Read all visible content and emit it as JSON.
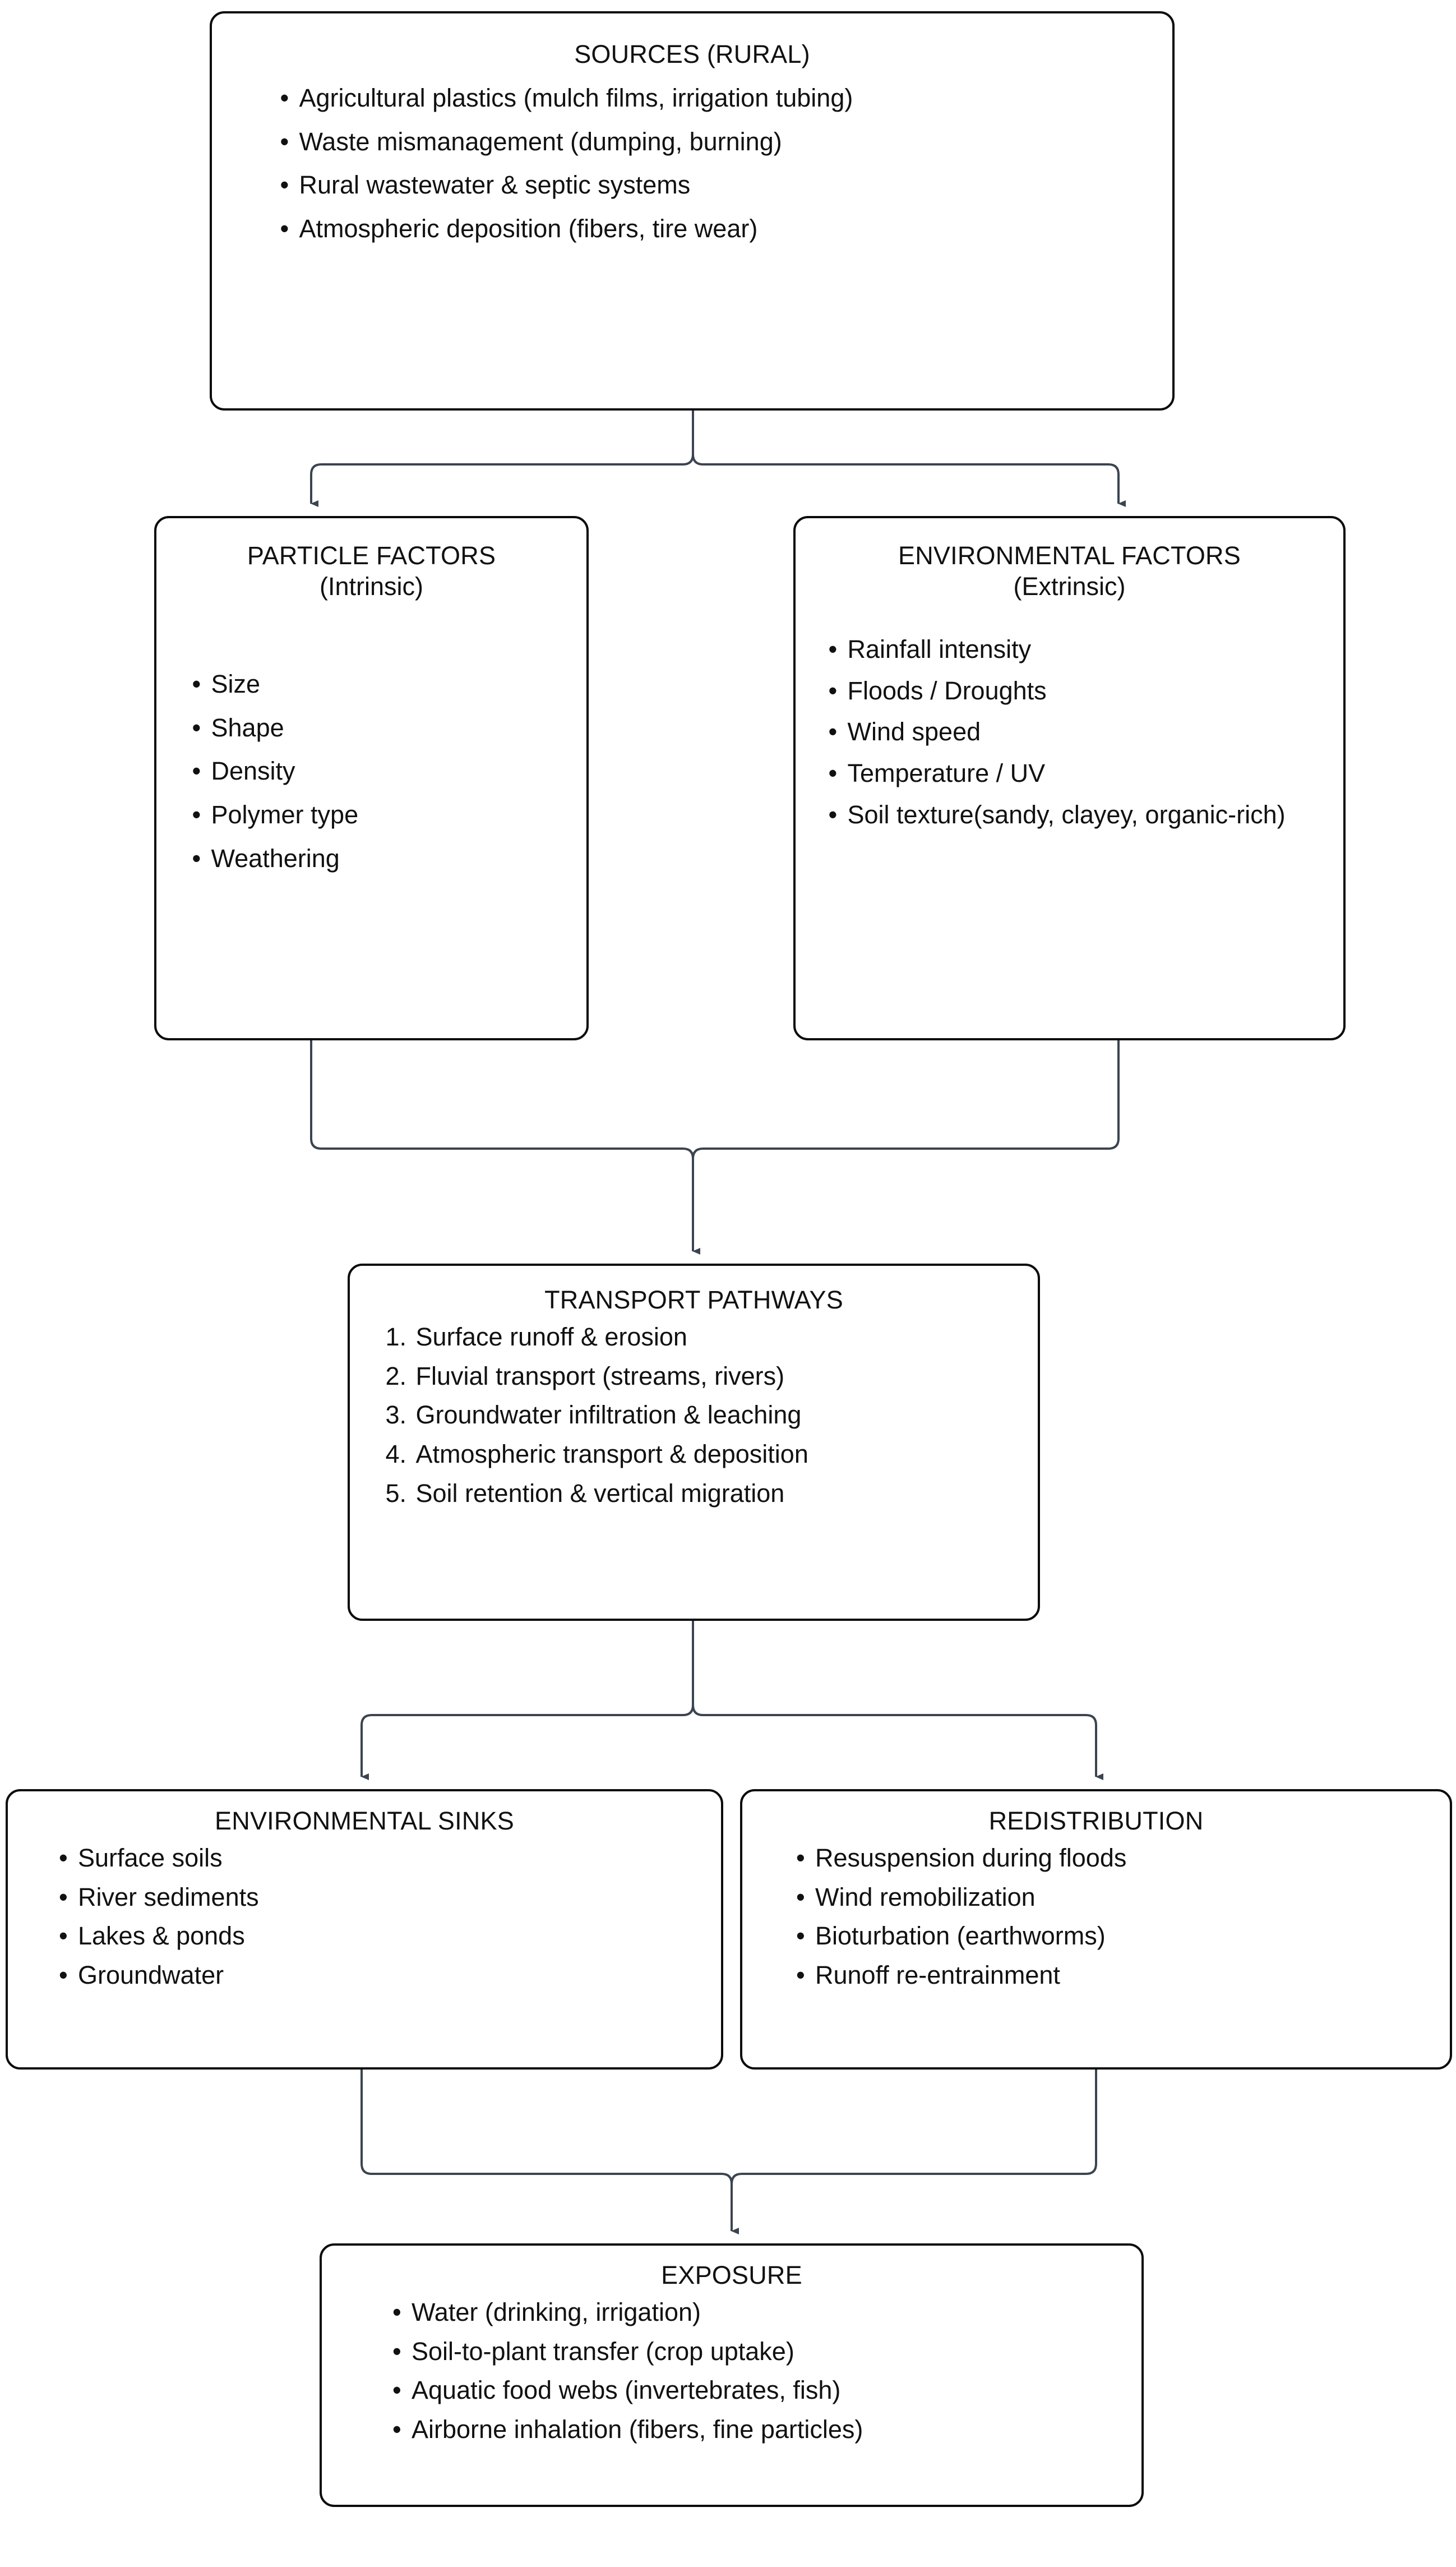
{
  "diagram": {
    "title": "Rural microplastics sources, transport, sinks and exposure flowchart",
    "accent_color": "#0b0b0b",
    "edge_color": "#3b4450",
    "background_color": "#ffffff"
  },
  "nodes": {
    "sources": {
      "title": "SOURCES (RURAL)",
      "items": [
        "Agricultural plastics (mulch films, irrigation tubing)",
        "Waste mismanagement (dumping, burning)",
        "Rural wastewater & septic systems",
        "Atmospheric deposition (fibers, tire wear)"
      ]
    },
    "particle_factors": {
      "title": "PARTICLE FACTORS",
      "subtitle": "(Intrinsic)",
      "items": [
        "Size",
        "Shape",
        "Density",
        "Polymer type",
        "Weathering"
      ]
    },
    "environmental_factors": {
      "title": "ENVIRONMENTAL FACTORS",
      "subtitle": "(Extrinsic)",
      "items": [
        "Rainfall intensity",
        "Floods / Droughts",
        "Wind speed",
        "Temperature / UV",
        "Soil texture(sandy, clayey, organic-rich)"
      ]
    },
    "transport_pathways": {
      "title": "TRANSPORT PATHWAYS",
      "items": [
        "Surface runoff & erosion",
        "Fluvial transport (streams, rivers)",
        "Groundwater infiltration & leaching",
        "Atmospheric transport & deposition",
        "Soil retention & vertical migration"
      ],
      "numbers": [
        "1.",
        "2.",
        "3.",
        "4.",
        "5."
      ]
    },
    "environmental_sinks": {
      "title": "ENVIRONMENTAL SINKS",
      "items": [
        "Surface soils",
        "River sediments",
        "Lakes & ponds",
        "Groundwater"
      ]
    },
    "redistribution": {
      "title": "REDISTRIBUTION",
      "items": [
        "Resuspension during floods",
        "Wind remobilization",
        "Bioturbation (earthworms)",
        "Runoff re-entrainment"
      ]
    },
    "exposure": {
      "title": "EXPOSURE",
      "items": [
        "Water (drinking, irrigation)",
        "Soil-to-plant transfer (crop uptake)",
        "Aquatic food webs (invertebrates, fish)",
        "Airborne inhalation (fibers, fine particles)"
      ]
    }
  },
  "bullet_glyph": "•"
}
